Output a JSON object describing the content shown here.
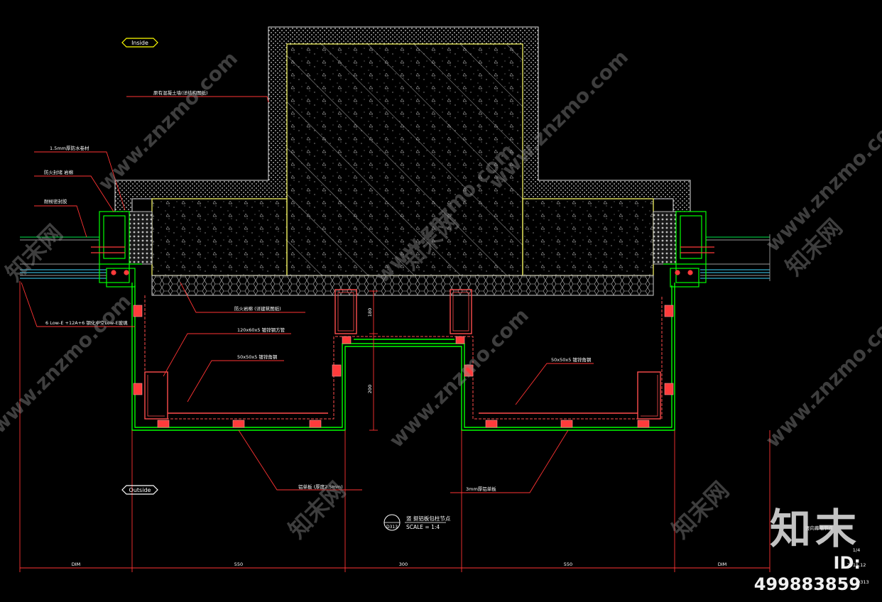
{
  "tags": {
    "inside": "Inside",
    "outside": "Outside"
  },
  "callouts": {
    "structural_wall": "原有混凝土墙(详结构图纸)",
    "membrane": "1.5mm厚防水卷材",
    "fire_sealant": "防火封堵 岩棉",
    "sealant_left": "耐候密封胶",
    "glass": "6 Low-E +12A+6 钢化中空Low-E玻璃",
    "fill_material": "防火岩棉 (详建筑图纸)",
    "steel_tube": "120x60x5 镀锌钢方管",
    "angle_left": "50x50x5 镀锌角钢",
    "angle_right": "50x50x5 镀锌角钢",
    "alu_panel": "铝单板 (厚度2.5mm)",
    "cladding": "3mm厚铝单板",
    "right_note": "竖向幕墙节点"
  },
  "dimensions": {
    "bottom": [
      "DIM",
      "550",
      "300",
      "550",
      "DIM"
    ],
    "vertical": [
      "180",
      "200"
    ],
    "right_small": [
      "1/4",
      "2015.12",
      "D313"
    ]
  },
  "section_title": {
    "bubble_top": "",
    "bubble_bottom": "D313",
    "title": "竖 挺铝板包柱节点",
    "scale": "SCALE = 1:4"
  },
  "watermarks": {
    "site": "www.znzmo.com",
    "brand": "知末网"
  },
  "logo": {
    "brand": "知末",
    "id": "ID: 499883859"
  },
  "colors": {
    "background": "#000000",
    "concrete_outline": "#ffff66",
    "frame": "#00ff00",
    "leader": "#ff2a2a",
    "text": "#ffffff",
    "dimension": "#ff3333",
    "grey": "#9a9a9a"
  }
}
